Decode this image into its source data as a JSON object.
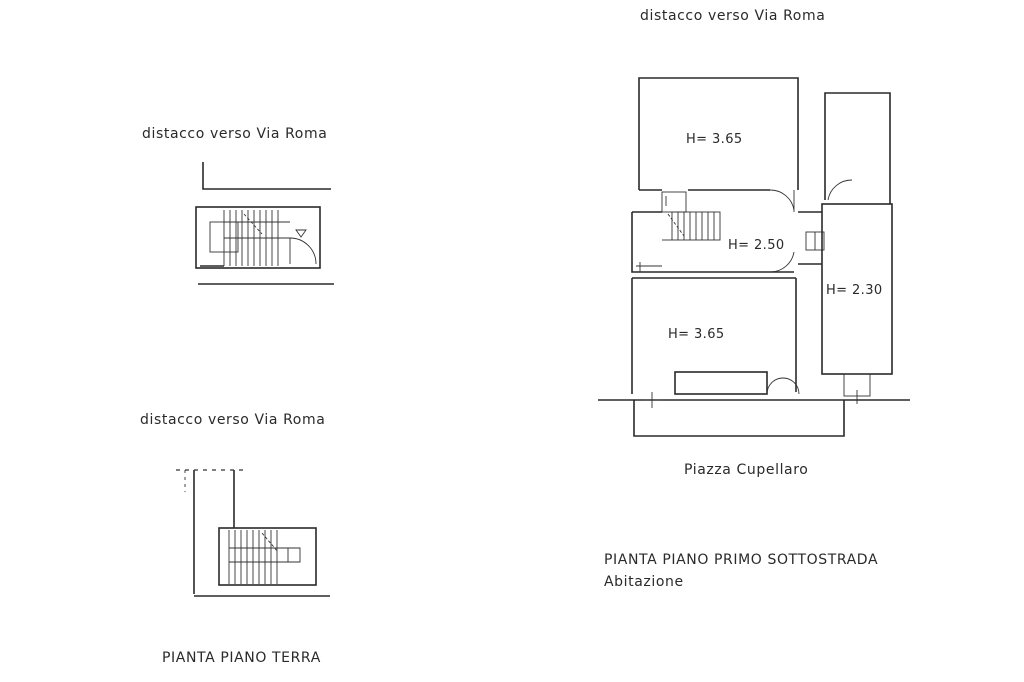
{
  "labels": {
    "top_right_distacco": "distacco verso Via Roma",
    "upper_left_distacco": "distacco verso Via Roma",
    "lower_left_distacco": "distacco verso Via Roma",
    "piazza": "Piazza Cupellaro",
    "ground_floor_title": "PIANTA PIANO TERRA",
    "basement_title": "PIANTA PIANO PRIMO SOTTOSTRADA",
    "basement_subtitle": "Abitazione"
  },
  "rooms": {
    "top_left": "H= 3.65",
    "middle_corridor": "H= 2.50",
    "bottom_left": "H= 3.65",
    "right": "H= 2.30"
  }
}
